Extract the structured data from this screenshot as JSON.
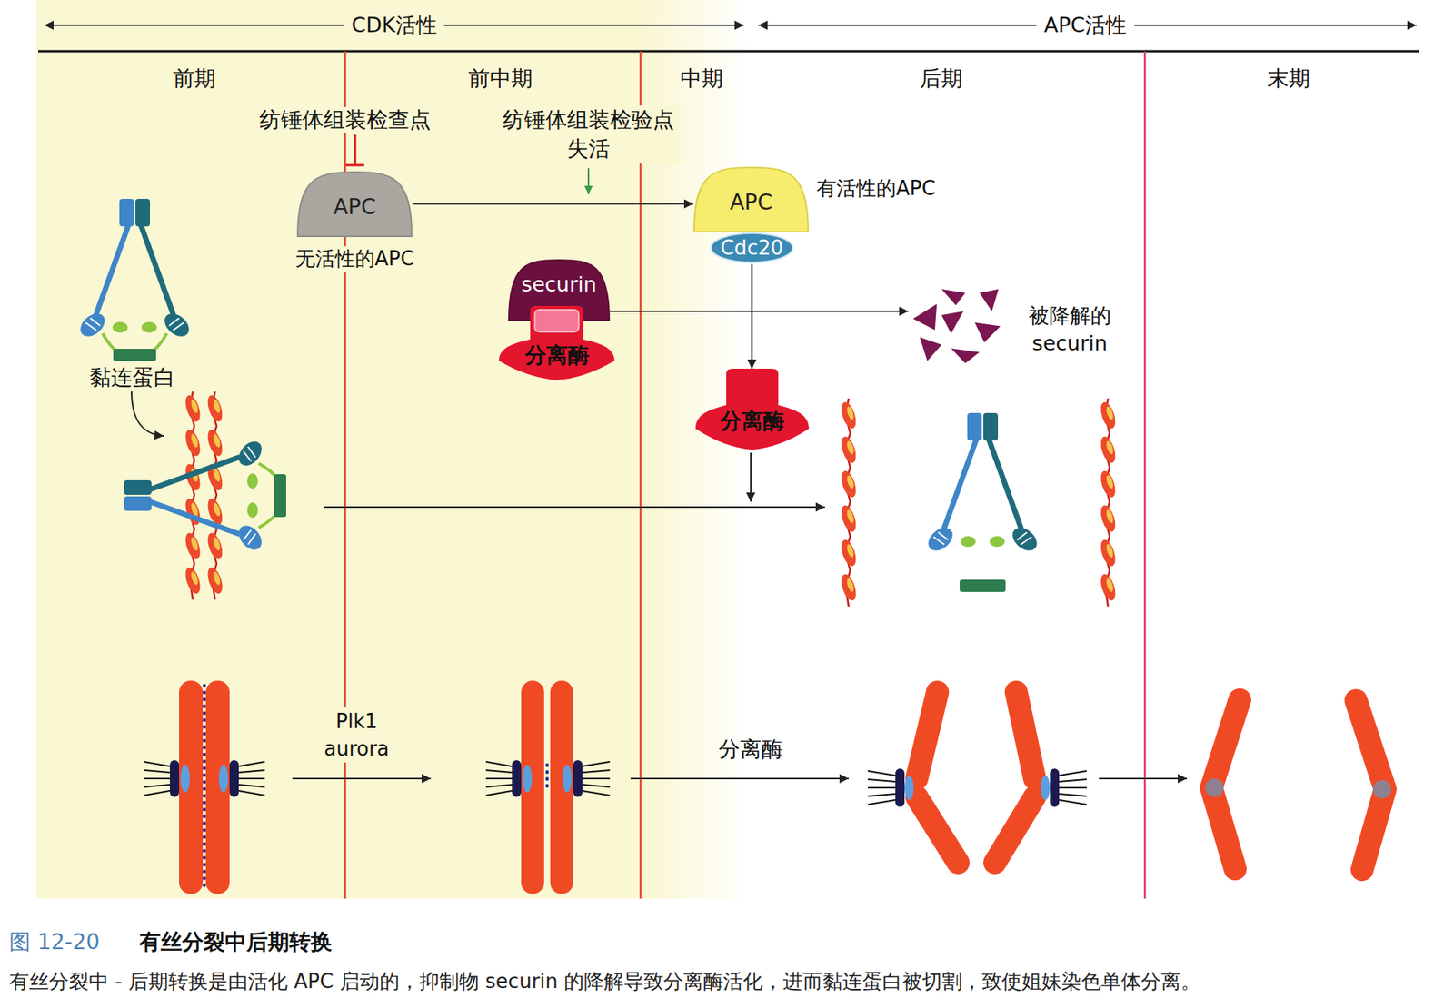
{
  "diagram": {
    "title": "有丝分裂中后期转换",
    "caption": "有丝分裂中 - 后期转换是由活化 APC 启动的，抑制物 securin 的降解导致分离酶活化，进而黏连蛋白被切割，致使姐妹染色单体分离。",
    "nodes": [
      {
        "text": [
          "APC",
          "无活性的APC"
        ]
      },
      {
        "text": [
          "APC",
          "有活性的APC"
        ]
      },
      {
        "text": [
          "Cdc20"
        ]
      },
      {
        "text": [
          "securin"
        ]
      },
      {
        "text": [
          "分离酶"
        ]
      },
      {
        "text": [
          "被降解的 securin"
        ]
      },
      {
        "text": [
          "分离酶"
        ]
      }
    ],
    "edges": [
      {
        "from": 0,
        "to": 1,
        "arrow": "to"
      },
      {
        "from": 3,
        "to": 5,
        "arrow": "to"
      },
      {
        "from": 2,
        "to": 6,
        "arrow": "to"
      }
    ],
    "labels": [
      "CDK活性",
      "APC活性",
      "前期",
      "前中期",
      "中期",
      "后期",
      "末期",
      "纺锤体组装检查点",
      "纺锤体组装检验点 失活",
      "黏连蛋白",
      "Plk1 aurora",
      "分离酶",
      "图 12-20"
    ]
  }
}
